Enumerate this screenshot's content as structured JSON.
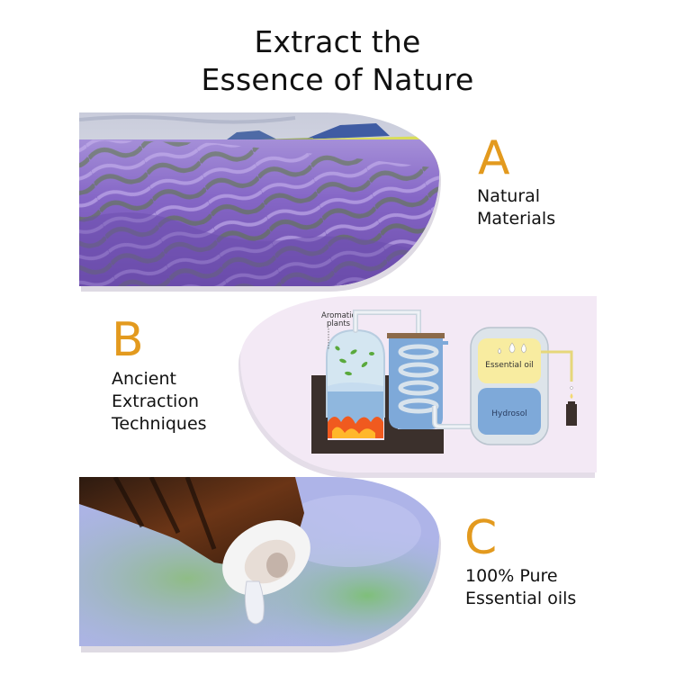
{
  "header": {
    "title_line1": "Extract the",
    "title_line2": "Essence of Nature"
  },
  "sections": [
    {
      "letter": "A",
      "caption_line1": "Natural",
      "caption_line2": "Materials",
      "image": "lavender-field-photo"
    },
    {
      "letter": "B",
      "caption_line1": "Ancient",
      "caption_line2": "Extraction",
      "caption_line3": "Techniques",
      "image": "steam-distillation-diagram",
      "diagram": {
        "label_plants_line1": "Aromatic",
        "label_plants_line2": "plants",
        "label_oil": "Essential oil",
        "label_hydrosol": "Hydrosol"
      }
    },
    {
      "letter": "C",
      "caption_line1": "100% Pure",
      "caption_line2": "Essential oils",
      "image": "amber-dropper-bottle-photo"
    }
  ],
  "colors": {
    "accent": "#e39a1e",
    "panel_b_bg": "#f3e9f5",
    "oil": "#f8eca0",
    "hydrosol": "#7ea9d9",
    "furnace": "#3b302c"
  }
}
